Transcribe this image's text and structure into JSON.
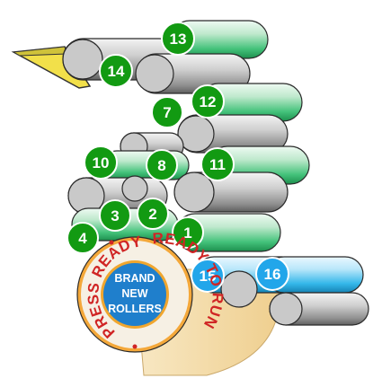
{
  "roller_labels": {
    "r1": "1",
    "r2": "2",
    "r3": "3",
    "r4": "4",
    "r7": "7",
    "r8": "8",
    "r10": "10",
    "r11": "11",
    "r12": "12",
    "r13": "13",
    "r14": "14",
    "r15": "15",
    "r16": "16"
  },
  "badge": {
    "ring_left": "PRESS READY",
    "ring_right": "READY TO RUN",
    "center_line1": "BRAND",
    "center_line2": "NEW",
    "center_line3": "ROLLERS"
  },
  "colors": {
    "green_label": "#119911",
    "blue_label": "#22aaee",
    "green_roller": "#33cc77",
    "blue_roller": "#2fb6e6",
    "gray_roller": "#9a9a9a",
    "badge_ring": "#f5f0e6",
    "badge_text": "#cc2222",
    "badge_center": "#1f7fcc",
    "fountain": "#f2e04a",
    "paper_fold": "#f3d9a6"
  }
}
